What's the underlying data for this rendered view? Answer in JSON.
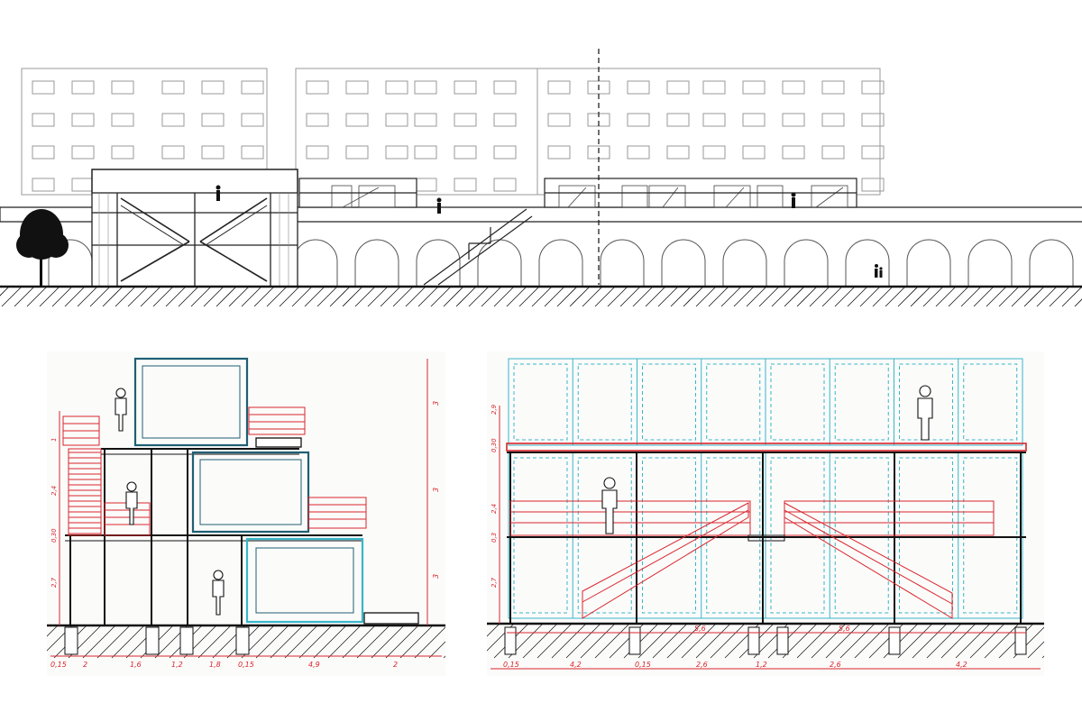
{
  "colors": {
    "ink": "#1a1a1a",
    "background_building": "#9a9a9a",
    "container_teal": "#1f5f73",
    "container_cyan": "#38b6c9",
    "dimension_red": "#d8262c",
    "tree": "#111111"
  },
  "section_left": {
    "dims_bottom": [
      "0,15",
      "2",
      "1,6",
      "1,2",
      "1,8",
      "0,15",
      "4,9",
      "2"
    ],
    "dims_left": [
      "1",
      "2,4",
      "0,30",
      "2,7"
    ],
    "dims_right": [
      "3",
      "3",
      "3"
    ]
  },
  "section_right": {
    "dims_bottom": [
      "0,15",
      "4,2",
      "0,15",
      "2,6",
      "1,2",
      "2,6",
      "4,2"
    ],
    "dims_top_mid": [
      "5,6",
      "5,6"
    ],
    "dims_left": [
      "2,9",
      "0,30",
      "2,4",
      "0,3",
      "2,7"
    ]
  },
  "icons": {
    "tree": "tree-icon",
    "person": "person-figure-icon"
  }
}
